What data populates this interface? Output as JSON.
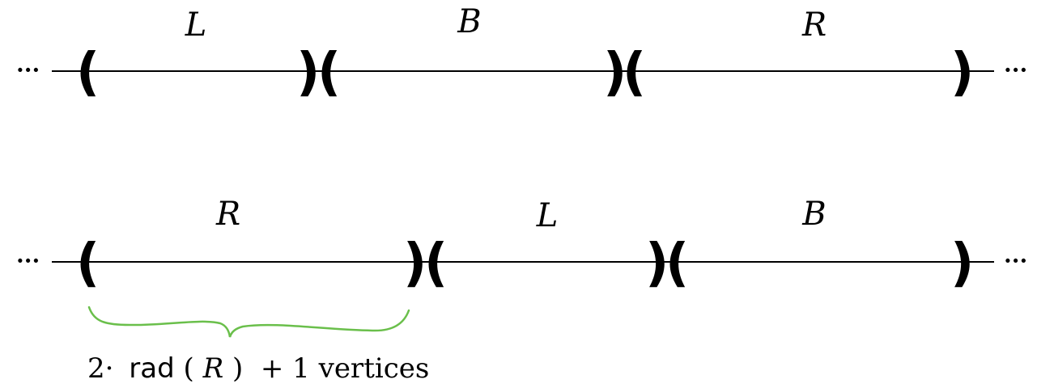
{
  "rows": [
    {
      "left_dots": "···",
      "right_dots": "···",
      "segments": [
        {
          "label": "L"
        },
        {
          "label": "B"
        },
        {
          "label": "R"
        }
      ]
    },
    {
      "left_dots": "···",
      "right_dots": "···",
      "segments": [
        {
          "label": "R"
        },
        {
          "label": "L"
        },
        {
          "label": "B"
        }
      ]
    }
  ],
  "annotation": {
    "prefix": "2·",
    "func": "rad",
    "open": "(",
    "arg": "R",
    "close": ")",
    "rest": " + 1 vertices",
    "brace_color": "#6abf4b"
  },
  "colors": {
    "line": "#000000",
    "brace": "#6abf4b"
  }
}
